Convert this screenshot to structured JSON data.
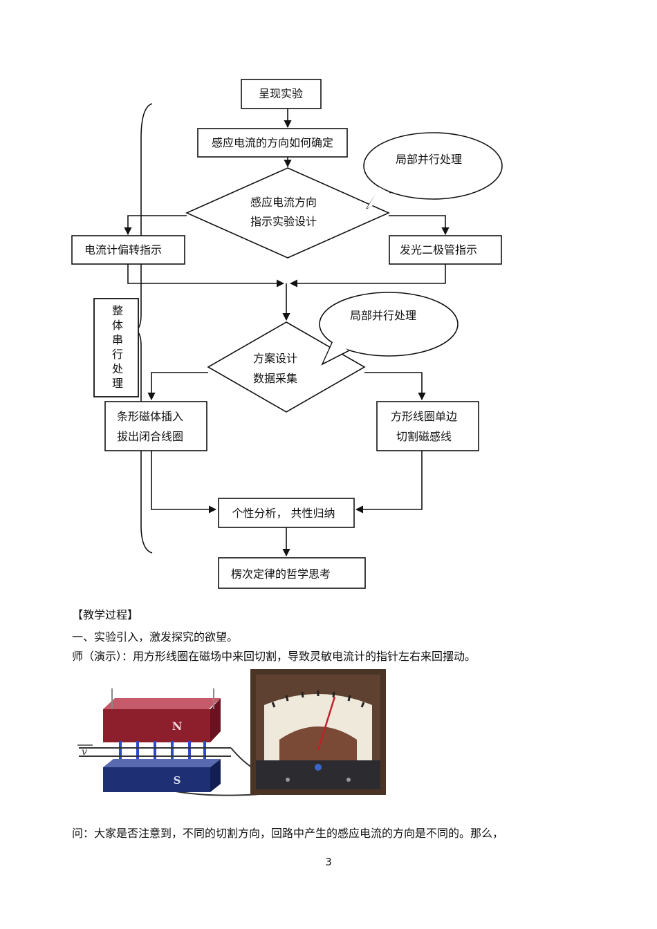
{
  "flowchart": {
    "present_experiment": "呈现实验",
    "how_determine": "感应电流的方向如何确定",
    "design_line1": "感应电流方向",
    "design_line2": "指示实验设计",
    "bubble_top": "局部并行处理",
    "galvanometer": "电流计偏转指示",
    "led": "发光二极管指示",
    "plan_line1": "方案设计",
    "plan_line2": "数据采集",
    "bubble_mid": "局部并行处理",
    "magnet_line1": "条形磁体插入",
    "magnet_line2": "拔出闭合线圈",
    "coil_line1": "方形线圈单边",
    "coil_line2": "切割磁感线",
    "analysis": "个性分析，  共性归纳",
    "philosophy": "楞次定律的哲学思考",
    "side_label": [
      "整",
      "体",
      "串",
      "行",
      "处",
      "理"
    ]
  },
  "text": {
    "section_title": "【教学过程】",
    "heading1": "一、实验引入，激发探究的欲望。",
    "teacher": "师（演示）：用方形线圈在磁场中来回切割，导致灵敏电流计的指针左右来回摆动。",
    "question": "问：大家是否注意到，不同的切割方向，回路中产生的感应电流的方向是不同的。那么，",
    "page_number": "3"
  },
  "figure": {
    "magnet_north": "N",
    "magnet_south": "S",
    "velocity": "v"
  }
}
